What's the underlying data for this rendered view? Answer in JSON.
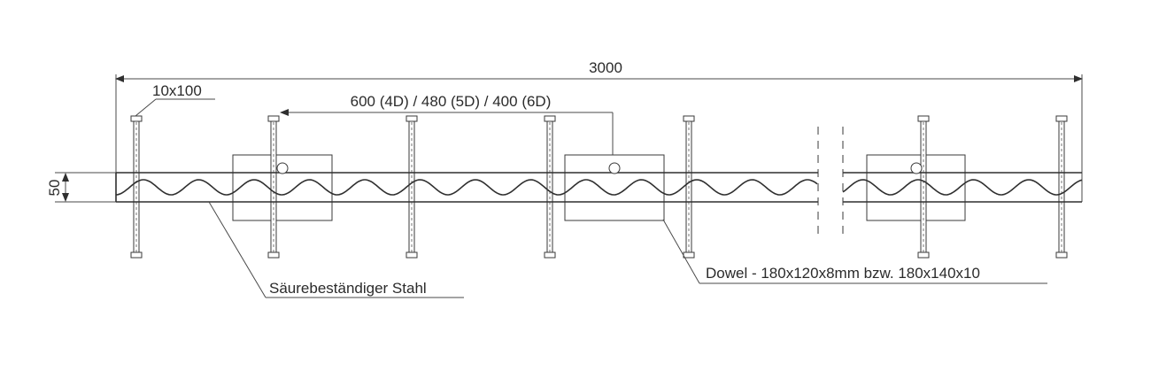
{
  "dimensions": {
    "overall_length": "3000",
    "spacing": "600 (4D) / 480 (5D) / 400 (6D)",
    "height": "50"
  },
  "labels": {
    "anchor": "10x100",
    "material": "Säurebeständiger Stahl",
    "dowel": "Dowel - 180x120x8mm bzw. 180x140x10"
  },
  "colors": {
    "line": "#2f2f2f",
    "background": "#ffffff"
  }
}
